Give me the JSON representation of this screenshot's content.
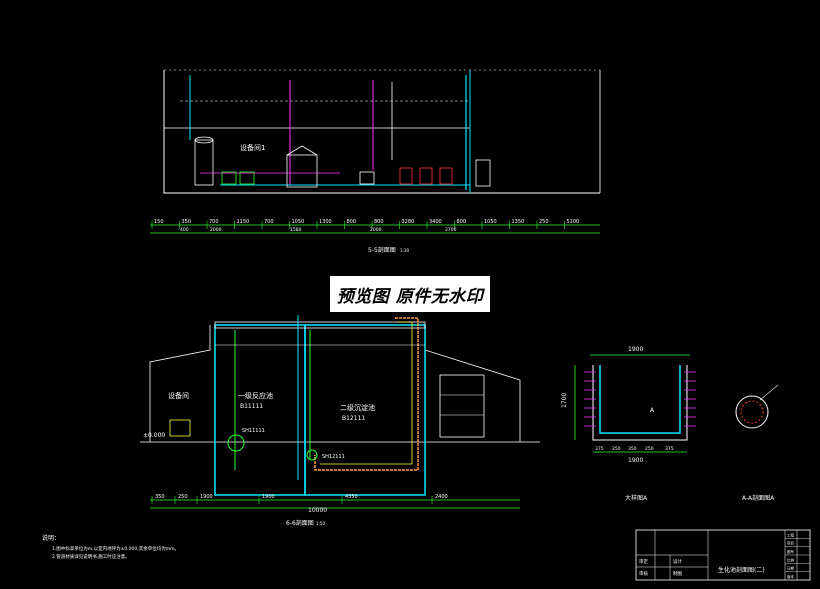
{
  "watermark": "预览图 原件无水印",
  "colors": {
    "background": "#000000",
    "outline": "#ffffff",
    "pipe_cyan": "#00e5ff",
    "pipe_green": "#33ff33",
    "pipe_magenta": "#ff33ff",
    "pipe_orange": "#ff9933",
    "pipe_yellow": "#ffff33",
    "dim_line": "#33ff33"
  },
  "section_top": {
    "room_label": "设备间1",
    "title": "5-5剖面图",
    "scale": "1:30",
    "dims": [
      "150",
      "350",
      "700",
      "1150",
      "700",
      "1050",
      "1300",
      "800",
      "800",
      "3280",
      "3400",
      "800",
      "1050",
      "1350",
      "250",
      "5100"
    ],
    "sub_dims": [
      "400",
      "2000",
      "1580",
      "2000",
      "2700"
    ]
  },
  "section_bottom": {
    "room_label": "设备间",
    "level": "±0.000",
    "tank1_name": "一级反应池",
    "tank1_code": "B11111",
    "tank1_pump": "SH11111",
    "tank2_name": "二级沉淀池",
    "tank2_code": "B12111",
    "tank2_pump": "SH12111",
    "title": "6-6剖面图",
    "scale": "1:50",
    "dims": [
      "350",
      "250",
      "1900",
      "1900",
      "4350",
      "2400"
    ],
    "total": "10000"
  },
  "detail_right": {
    "top_width": "1900",
    "height": "1700",
    "bottom_dims": [
      "375",
      "250",
      "350",
      "250",
      "375"
    ],
    "bottom_width": "1900",
    "label": "A",
    "title": "大样图A"
  },
  "detail_circle": {
    "title": "A-A剖面图A"
  },
  "notes": {
    "title": "说明：",
    "lines": [
      "1.图中标高单位为m,以室内地坪为±0.000,其余单位均为mm。",
      "2.管道材质详见说明书,施工时应注意。"
    ]
  },
  "title_block": {
    "drawing_name": "生化池剖面图(二)",
    "labels": [
      "审定",
      "审核",
      "设计",
      "制图"
    ],
    "right_labels": [
      "工程",
      "项目",
      "图号",
      "比例",
      "日期",
      "版本"
    ]
  }
}
